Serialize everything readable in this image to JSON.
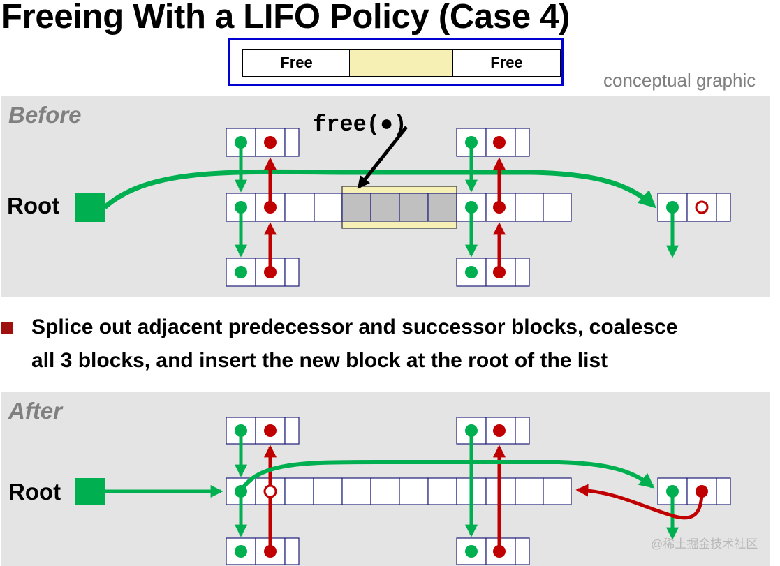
{
  "title": "Freeing With a LIFO Policy (Case 4)",
  "legend": {
    "left_label": "Free",
    "right_label": "Free"
  },
  "note": "conceptual graphic",
  "before": {
    "label": "Before",
    "root_label": "Root",
    "call_label": "free(●)"
  },
  "bullet": {
    "line1": "Splice out adjacent predecessor and successor blocks, coalesce",
    "line2": "all 3 blocks, and insert the new block at the root of the list"
  },
  "after": {
    "label": "After",
    "root_label": "Root"
  },
  "watermark": "@稀土掘金技术社区",
  "colors": {
    "green": "#00b050",
    "red": "#c00000",
    "border": "#1f1f7a",
    "freed_fill": "#c0c0c0",
    "highlight": "#f6f0b4"
  }
}
